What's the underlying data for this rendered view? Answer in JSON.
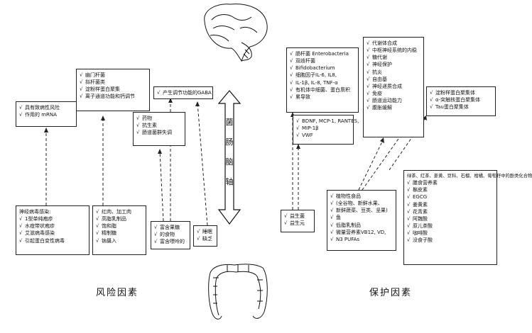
{
  "axis_label": [
    "菌",
    "肠",
    "脑",
    "轴"
  ],
  "risk": {
    "label": "风险因素",
    "infection": [
      "神经病毒感染:",
      "1型单纯疱疹",
      "水痘带状疱疹",
      "艾滋病毒感染",
      "引起蛋白变性病毒"
    ],
    "diet": [
      "红肉、加工肉",
      "高脂乳制品",
      "饱和脂",
      "精制糖",
      "钠摄入"
    ],
    "bacteria_upper": [
      "幽门杆菌",
      "拟杆菌类",
      "淀粉样蛋白聚集",
      "离子通道功能和钙调节"
    ],
    "gaba": [
      "产生调节功能的GABA"
    ],
    "mirna": [
      "具有致病性风险",
      "作用的 mRNA"
    ],
    "drugs": [
      "药物",
      "抗生素",
      "肠道菌群失调"
    ],
    "lifestyle": [
      "富含果糖",
      "的食物",
      "富含嘌呤的"
    ],
    "sleep": [
      "睡眠",
      "缺乏"
    ]
  },
  "protect": {
    "label": "保护因素",
    "bacteria": [
      "肠杆菌 Enterobacteria",
      "双歧杆菌",
      "Bifidobacterium",
      "细胞因子IL-6, IL8,",
      "IL-1β, IL-8, TNF-α",
      "有机体中细菌、蛋白质积",
      "累导致"
    ],
    "neurotrophic": [
      "BDNF, MCP-1, RANTES,",
      "MIP-1β",
      "VWF"
    ],
    "metabolic": [
      "代谢体合成",
      "中枢神经系统的内稳",
      "糖代谢",
      "神经保护",
      "抗炎",
      "自由基",
      "神经递质合成",
      "免疫",
      "肠道运动能力",
      "腹胀缓解"
    ],
    "amyloid": [
      "淀粉样蛋白聚集体",
      "α-突触核蛋白聚集体",
      "Tau蛋白聚集体"
    ],
    "probiotic": [
      "益生菌",
      "益生元"
    ],
    "food": [
      "植物性食品",
      "(全谷物、新鲜水果、",
      "新鲜蔬菜、豆类、坚果)",
      "鱼",
      "低脂乳制品",
      "微量营养素VB12, VD,",
      "N3 PUFAs"
    ],
    "nutrients": [
      "膳食营养素",
      "槲皮素",
      "EGCG",
      "姜黄素",
      "花青素",
      "阿魏酸",
      "原儿茶酸",
      "咖啡酸",
      "没食子酸"
    ],
    "nutrients_heading": "绿茶、红茶、姜黄、豆科、石榴、柑橘、葡萄籽中的酚类化合物"
  }
}
